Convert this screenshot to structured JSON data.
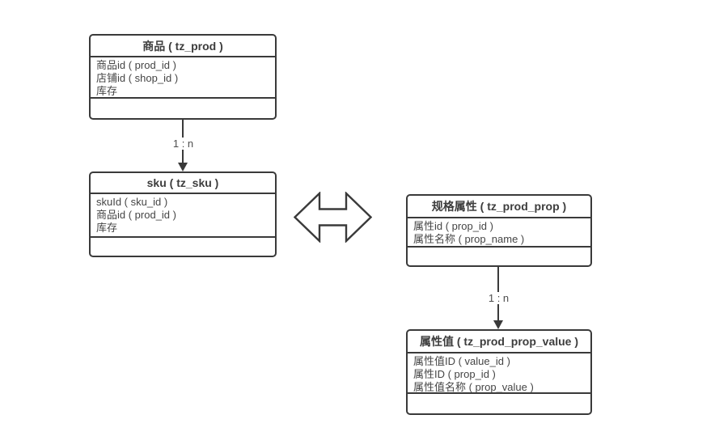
{
  "diagram": {
    "colors": {
      "background": "#ffffff",
      "border": "#3a3a3a",
      "text": "#404040",
      "connector_label": "#4d4d4d"
    },
    "tables": {
      "prod": {
        "title": "商品 ( tz_prod )",
        "fields": [
          "商品id ( prod_id )",
          "店铺id ( shop_id )",
          "库存"
        ]
      },
      "sku": {
        "title": "sku ( tz_sku )",
        "fields": [
          "skuId ( sku_id )",
          "商品id ( prod_id )",
          "库存"
        ]
      },
      "prod_prop": {
        "title": "规格属性 ( tz_prod_prop )",
        "fields": [
          "属性id ( prop_id )",
          "属性名称 ( prop_name )"
        ]
      },
      "prod_prop_value": {
        "title": "属性值 ( tz_prod_prop_value )",
        "fields": [
          "属性值ID ( value_id )",
          "属性ID ( prop_id )",
          "属性值名称 ( prop_value )"
        ]
      }
    },
    "connectors": {
      "prod_to_sku": {
        "label": "1 : n"
      },
      "prop_to_value": {
        "label": "1 : n"
      }
    }
  }
}
